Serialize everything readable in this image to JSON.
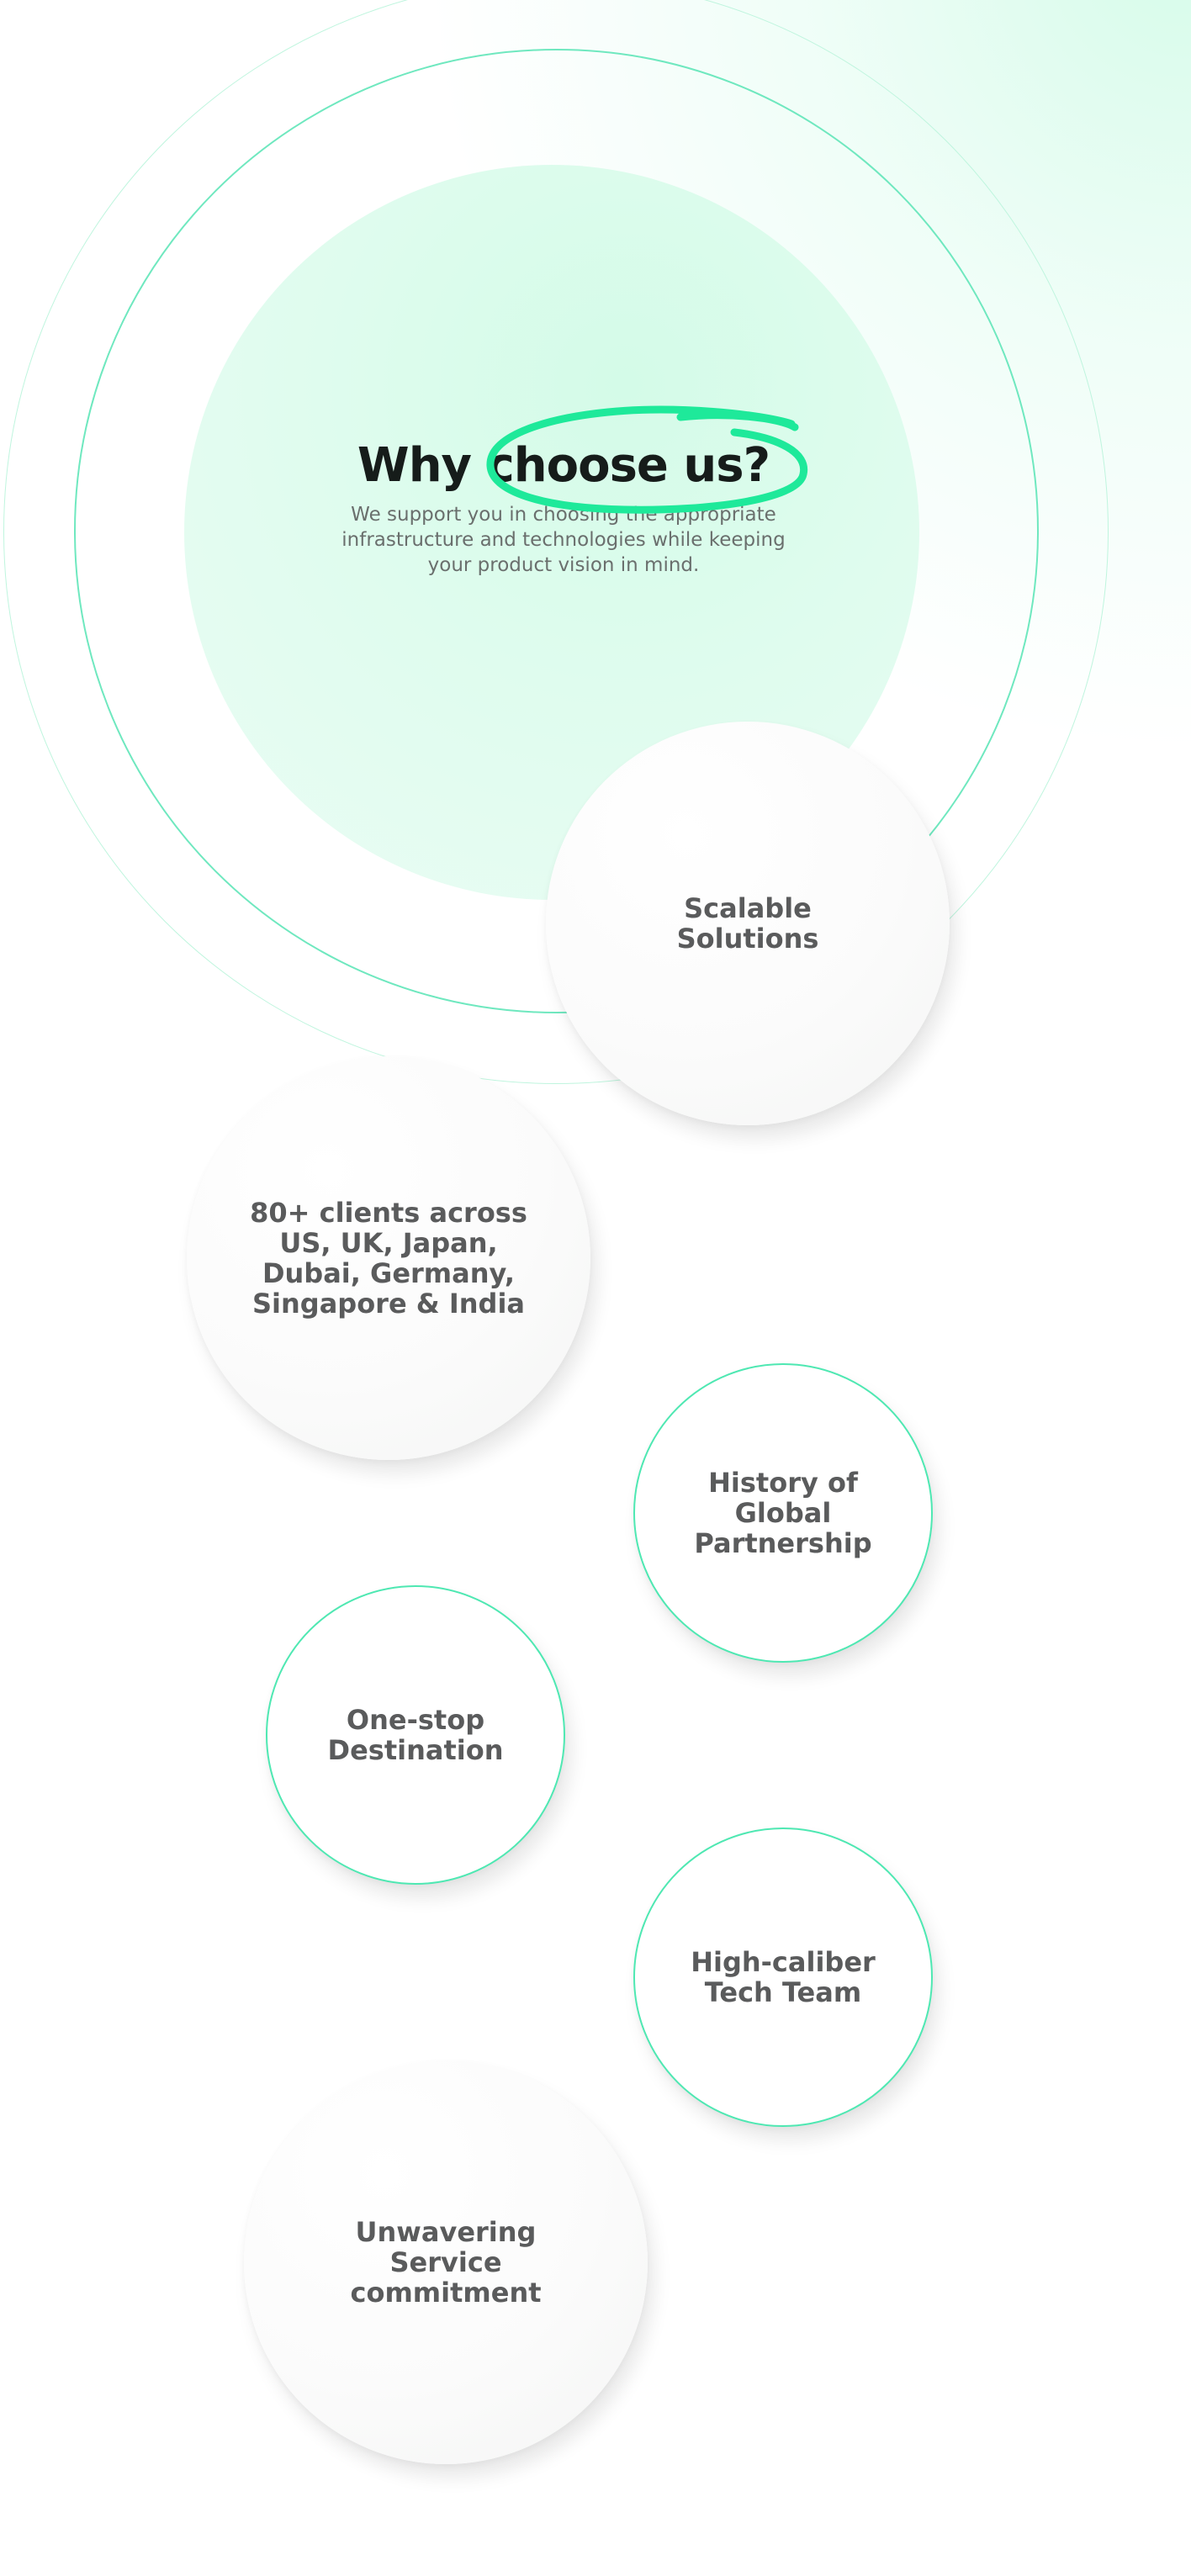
{
  "hero": {
    "title_prefix": "Why ",
    "title_highlight": "choose us?",
    "description": "We support you in choosing the appropriate infrastructure and technologies while keeping your product vision in mind."
  },
  "features": [
    {
      "label": "Scalable Solutions"
    },
    {
      "label": "80+ clients across US, UK, Japan, Dubai, Germany, Singapore & India"
    },
    {
      "label": "History of Global Partnership"
    },
    {
      "label": "One-stop Destination"
    },
    {
      "label": "High-caliber Tech Team"
    },
    {
      "label": "Unwavering Service commitment"
    }
  ],
  "colors": {
    "accent": "#1ee99a",
    "ring_outline": "#6fe8bf",
    "title_text": "#161c1a",
    "body_text": "#6a6f6d",
    "bubble_text": "#5a5b5c"
  },
  "icons": {
    "highlight_scribble": "scribble-circle-icon"
  }
}
